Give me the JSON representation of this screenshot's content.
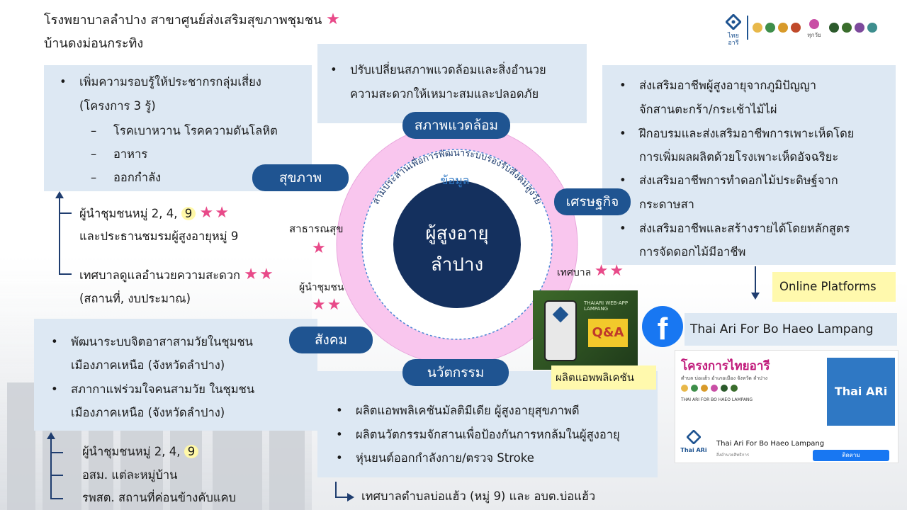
{
  "header": {
    "title_line1": "โรงพยาบาลลำปาง  สาขาศูนย์ส่งเสริมสุขภาพชุมชน",
    "title_line2": "บ้านดงม่อนกระทิง",
    "star": "★"
  },
  "logos": {
    "thai_ari_text": "ไทยอารี",
    "logo_caption": "ทุกวัย"
  },
  "health": {
    "pill": "สุขภาพ",
    "bullet": "เพิ่มความรอบรู้ให้ประชากรกลุ่มเสี่ยง",
    "bullet_cont": "(โครงการ 3 รู้)",
    "subs": [
      "โรคเบาหวาน โรคความดันโลหิต",
      "อาหาร",
      "ออกกำลัง"
    ],
    "actor1_prefix": "ผู้นำชุมชนหมู่ 2, 4,",
    "actor1_hl": "9",
    "actor1_stars": "★★",
    "actor1_line2": "และประธานชมรมผู้สูงอายุหมู่ 9",
    "actor2": "เทศบาลดูแลอำนวยความสะดวก",
    "actor2_stars": "★★",
    "actor2_line2": "(สถานที่, งบประมาณ)"
  },
  "environment": {
    "pill": "สภาพแวดล้อม",
    "bullet": "ปรับเปลี่ยนสภาพแวดล้อมและสิ่งอำนวย",
    "bullet_cont": "ความสะดวกให้เหมาะสมและปลอดภัย"
  },
  "economy": {
    "pill": "เศรษฐกิจ",
    "bullets": [
      [
        "ส่งเสริมอาชีพผู้สูงอายุจากภูมิปัญญา",
        "จักสานตะกร้า/กระเช้าไม้ไผ่"
      ],
      [
        "ฝึกอบรมและส่งเสริมอาชีพการเพาะเห็ดโดย",
        "การเพิ่มผลผลิตด้วยโรงเพาะเห็ดอัจฉริยะ"
      ],
      [
        "ส่งเสริมอาชีพการทำดอกไม้ประดิษฐ์จาก",
        "กระดาษสา"
      ],
      [
        "ส่งเสริมอาชีพและสร้างรายได้โดยหลักสูตร",
        "การจัดดอกไม้มีอาชีพ"
      ]
    ],
    "online": "Online Platforms",
    "facebook_name": "Thai Ari For Bo Haeo Lampang"
  },
  "social": {
    "pill": "สังคม",
    "bullets": [
      [
        "พัฒนาระบบจิตอาสาสามวัยในชุมชน",
        "เมืองภาคเหนือ (จังหวัดลำปาง)"
      ],
      [
        "สภากาแฟร่วมใจคนสามวัย ในชุมชน",
        "เมืองภาคเหนือ (จังหวัดลำปาง)"
      ]
    ],
    "actor1_prefix": "ผู้นำชุมชนหมู่ 2, 4,",
    "actor1_hl": "9",
    "actor2": "อสม. แต่ละหมู่บ้าน",
    "actor3": "รพสต. สถานที่ค่อนข้างคับแคบ"
  },
  "innovation": {
    "pill": "นวัตกรรม",
    "bullets": [
      "ผลิตแอพพลิเคชันมัลติมีเดีย  ผู้สูงอายุสุขภาพดี",
      "ผลิตนวัตกรรมจักสานเพื่อป้องกันการหกล้มในผู้สูงอายุ",
      "หุ่นยนต์ออกกำลังกาย/ตรวจ Stroke"
    ],
    "actor": "เทศบาลตำบลบ่อแฮ้ว (หมู่ 9) และ อบต.บ่อแฮ้ว",
    "app_label": "ผลิตแอพพลิเคชัน",
    "app_screen_title": "THAIARI WEB-APP LAMPANG",
    "app_screen_qa": "Q&A"
  },
  "center": {
    "title": "ผู้สูงอายุ",
    "subtitle": "ลำปาง",
    "ring_text": "สามประสานเพื่อการพัฒนาระบบรองรับสังคมสูงวัย",
    "inner_label": "ข้อมูล",
    "left_label": "สาธารณสุข",
    "left_stars": "★",
    "bottom_left_label": "ผู้นำชุมชน",
    "bottom_left_stars": "★★",
    "right_label": "เทศบาล",
    "right_stars": "★★"
  },
  "fb_card": {
    "title": "โครงการไทยอารี",
    "subtitle": "ตำบล บ่อแฮ้ว อำเภอเมือง จังหวัด ลำปาง",
    "small": "THAI ARI FOR BO HAEO LAMPANG",
    "brand": "Thai ARi",
    "logo_text": "Thai ARi",
    "page_name": "Thai Ari For Bo Haeo Lampang",
    "page_sub": "สิ่งอำนวยสิทธิการ",
    "button": "ติดตาม"
  },
  "colors": {
    "navy": "#1f5491",
    "dark_navy": "#14305e",
    "box_blue": "#dde8f3",
    "ring_pink": "#f9c6ee",
    "star_pink": "#e84a89",
    "highlight": "#fff8a8"
  }
}
